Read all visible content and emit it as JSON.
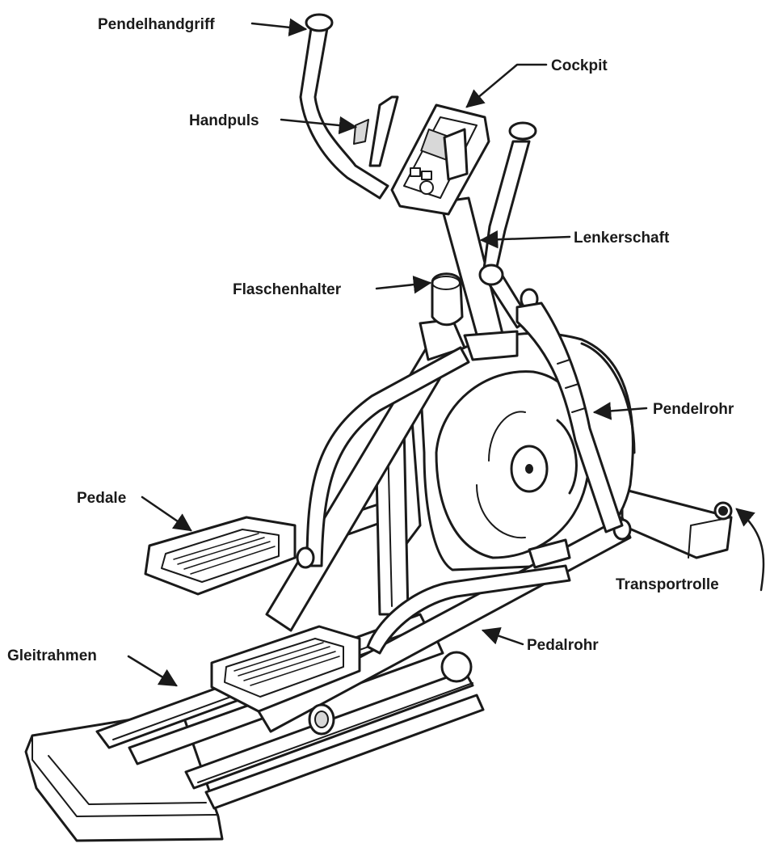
{
  "labels": {
    "pendelhandgriff": "Pendelhandgriff",
    "cockpit": "Cockpit",
    "handpuls": "Handpuls",
    "lenkerschaft": "Lenkerschaft",
    "flaschenhalter": "Flaschenhalter",
    "pendelrohr": "Pendelrohr",
    "pedale": "Pedale",
    "transportrolle": "Transportrolle",
    "gleitrahmen": "Gleitrahmen",
    "pedalrohr": "Pedalrohr"
  },
  "colors": {
    "ink": "#1a1a1a",
    "background": "#ffffff"
  }
}
